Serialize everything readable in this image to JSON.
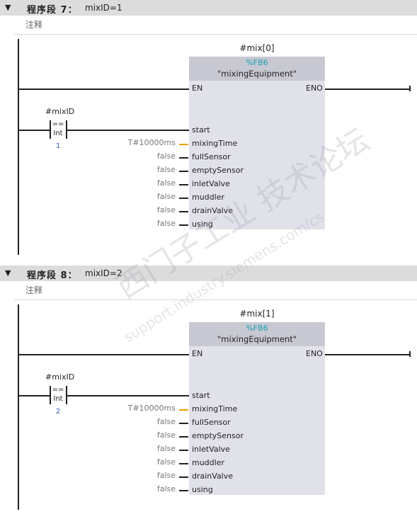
{
  "networks": [
    {
      "title": "程序段 7：",
      "condition": "mixID=1",
      "comment": "注释",
      "instance": "#mix[0]",
      "fb_number": "%FB6",
      "fb_name": "\"mixingEquipment\"",
      "contact_tag": "#mixID",
      "contact_op": "==",
      "contact_type": "Int",
      "contact_value": "1",
      "en": "EN",
      "eno": "ENO",
      "pins": [
        "start",
        "mixingTime",
        "fullSensor",
        "emptySensor",
        "inletValve",
        "muddler",
        "drainValve",
        "using"
      ],
      "params": [
        "",
        "T#10000ms",
        "false",
        "false",
        "false",
        "false",
        "false",
        "false"
      ]
    },
    {
      "title": "程序段 8：",
      "condition": "mixID=2",
      "comment": "注释",
      "instance": "#mix[1]",
      "fb_number": "%FB6",
      "fb_name": "\"mixingEquipment\"",
      "contact_tag": "#mixID",
      "contact_op": "==",
      "contact_type": "Int",
      "contact_value": "2",
      "en": "EN",
      "eno": "ENO",
      "pins": [
        "start",
        "mixingTime",
        "fullSensor",
        "emptySensor",
        "inletValve",
        "muddler",
        "drainValve",
        "using"
      ],
      "params": [
        "",
        "T#10000ms",
        "false",
        "false",
        "false",
        "false",
        "false",
        "false"
      ]
    }
  ],
  "watermark": {
    "main": "西门子工业 技术论坛",
    "url": "support.industry.siemens.com/cs"
  },
  "colors": {
    "header_bg": "#dcdcdc",
    "fb_body": "#e1e1ea",
    "fb_header": "#c8c8d2",
    "fb_number": "#1aa0b0",
    "time_wire": "#f0a000",
    "constant_value": "#2a5db0"
  },
  "icons": {
    "collapse": "collapse-triangle-icon"
  }
}
